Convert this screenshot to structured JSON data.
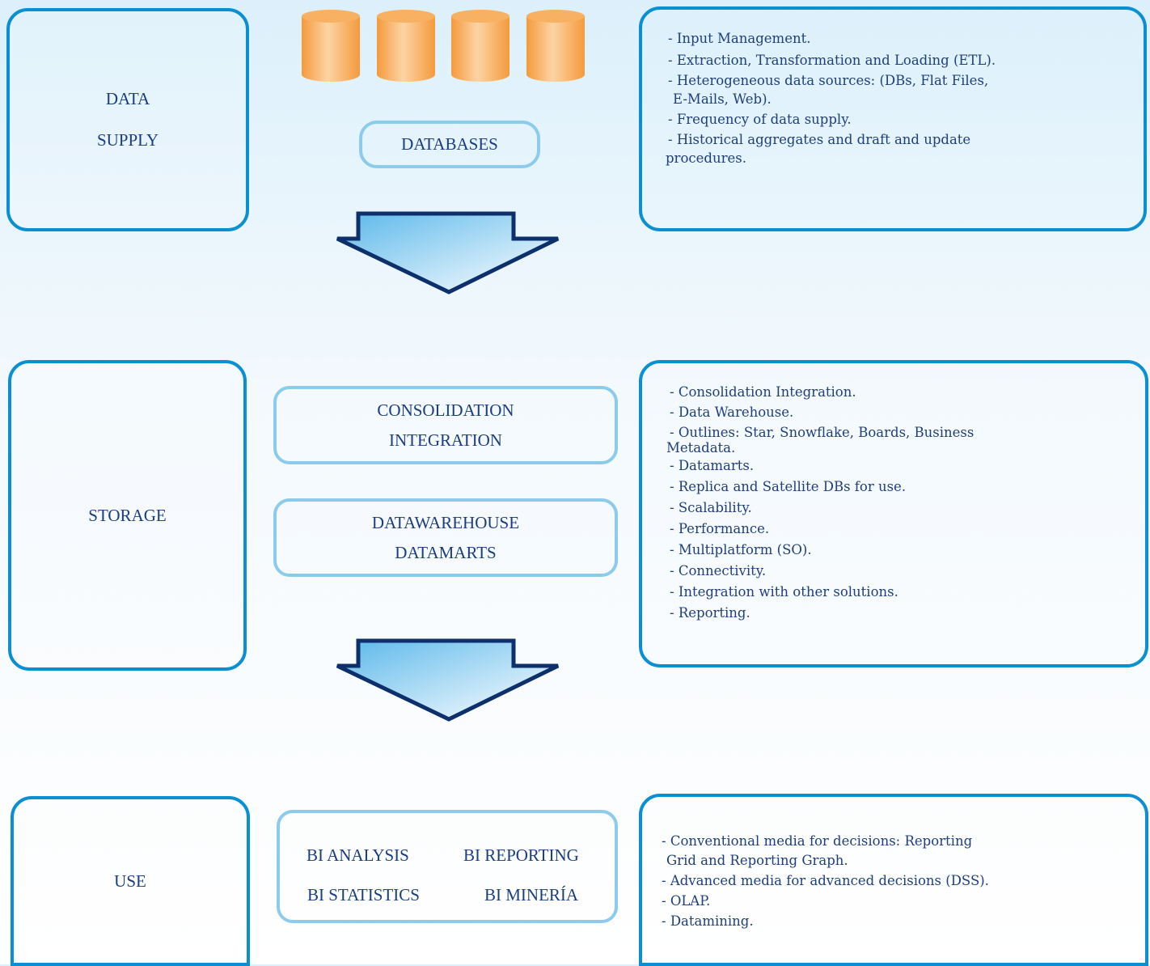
{
  "supply": {
    "title_line1": "DATA",
    "title_line2": "SUPPLY",
    "databases_label": "DATABASES",
    "details": [
      "- Input Management.",
      "- Extraction, Transformation and Loading (ETL).",
      "- Heterogeneous data sources: (DBs, Flat Files,",
      "E-Mails, Web).",
      "- Frequency of data supply.",
      "- Historical aggregates and draft and update",
      "procedures."
    ]
  },
  "storage": {
    "title": "STORAGE",
    "box1_line1": "CONSOLIDATION",
    "box1_line2": "INTEGRATION",
    "box2_line1": "DATAWAREHOUSE",
    "box2_line2": "DATAMARTS",
    "details": [
      "- Consolidation Integration.",
      "- Data Warehouse.",
      "- Outlines: Star, Snowflake, Boards, Business",
      "Metadata.",
      "- Datamarts.",
      "- Replica and Satellite DBs for use.",
      "- Scalability.",
      "- Performance.",
      "- Multiplatform (SO).",
      "- Connectivity.",
      "- Integration with other solutions.",
      "- Reporting."
    ]
  },
  "use": {
    "title": "USE",
    "bi_items": [
      "BI ANALYSIS",
      "BI REPORTING",
      "BI STATISTICS",
      "BI MINERÍA"
    ],
    "details": [
      "- Conventional media for decisions: Reporting",
      "Grid and Reporting Graph.",
      "- Advanced media for advanced decisions (DSS).",
      "- OLAP.",
      "- Datamining."
    ]
  },
  "colors": {
    "stage_border": "#0a8fd2",
    "mid_border": "#8ccbeb",
    "arrow_outline": "#0d2f6b",
    "cylinder": "#f7a950",
    "text": "#1a3d80"
  }
}
